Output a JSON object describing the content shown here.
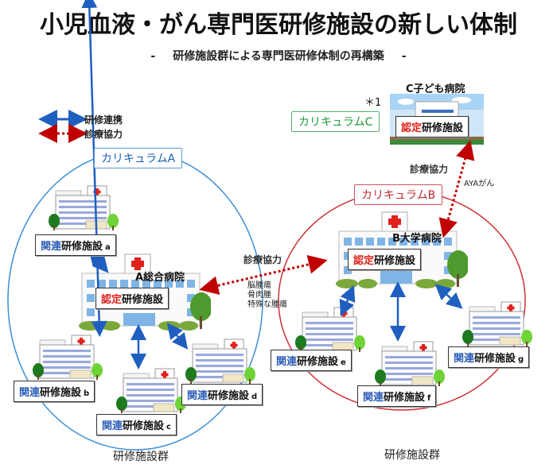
{
  "title": "小児血液・がん専門医研修施設の新しい体制",
  "subtitle": {
    "dash_left": "-",
    "text": "研修施設群による専門医研修体制の再構築",
    "dash_right": "-"
  },
  "legend": {
    "training_link": "研修連携",
    "clinical_coop": "診療協力"
  },
  "colors": {
    "training_arrow": "#1f5fbf",
    "clinical_arrow": "#c00000",
    "curriculum_a": "#5b9bd5",
    "curriculum_b": "#d0525a",
    "curriculum_c": "#59b36d",
    "certified": "#e0211c",
    "related": "#2e5fb8"
  },
  "curricula": {
    "a": "カリキュラムA",
    "b": "カリキュラムB",
    "c": "カリキュラムC"
  },
  "note_mark": "＊1",
  "hospitals": {
    "a_general": {
      "name": "A総合病院",
      "certified": "認定",
      "facility": "研修施設"
    },
    "b_university": {
      "name": "B大学病院",
      "certified": "認定",
      "facility": "研修施設"
    },
    "c_children": {
      "name": "C子ども病院",
      "certified": "認定",
      "facility": "研修施設"
    }
  },
  "related_facilities": [
    {
      "prefix": "関連",
      "facility": "研修施設",
      "letter": "a"
    },
    {
      "prefix": "関連",
      "facility": "研修施設",
      "letter": "b"
    },
    {
      "prefix": "関連",
      "facility": "研修施設",
      "letter": "c"
    },
    {
      "prefix": "関連",
      "facility": "研修施設",
      "letter": "d"
    },
    {
      "prefix": "関連",
      "facility": "研修施設",
      "letter": "e"
    },
    {
      "prefix": "関連",
      "facility": "研修施設",
      "letter": "f"
    },
    {
      "prefix": "関連",
      "facility": "研修施設",
      "letter": "g"
    }
  ],
  "cooperation": {
    "a_b_label": "診療協力",
    "a_b_topics": [
      "脳腫瘍",
      "骨肉腫",
      "特殊な腫瘍"
    ],
    "b_c_label": "診療協力",
    "b_c_topic": "AYAがん"
  },
  "groups": {
    "left": "研修施設群",
    "right": "研修施設群"
  }
}
